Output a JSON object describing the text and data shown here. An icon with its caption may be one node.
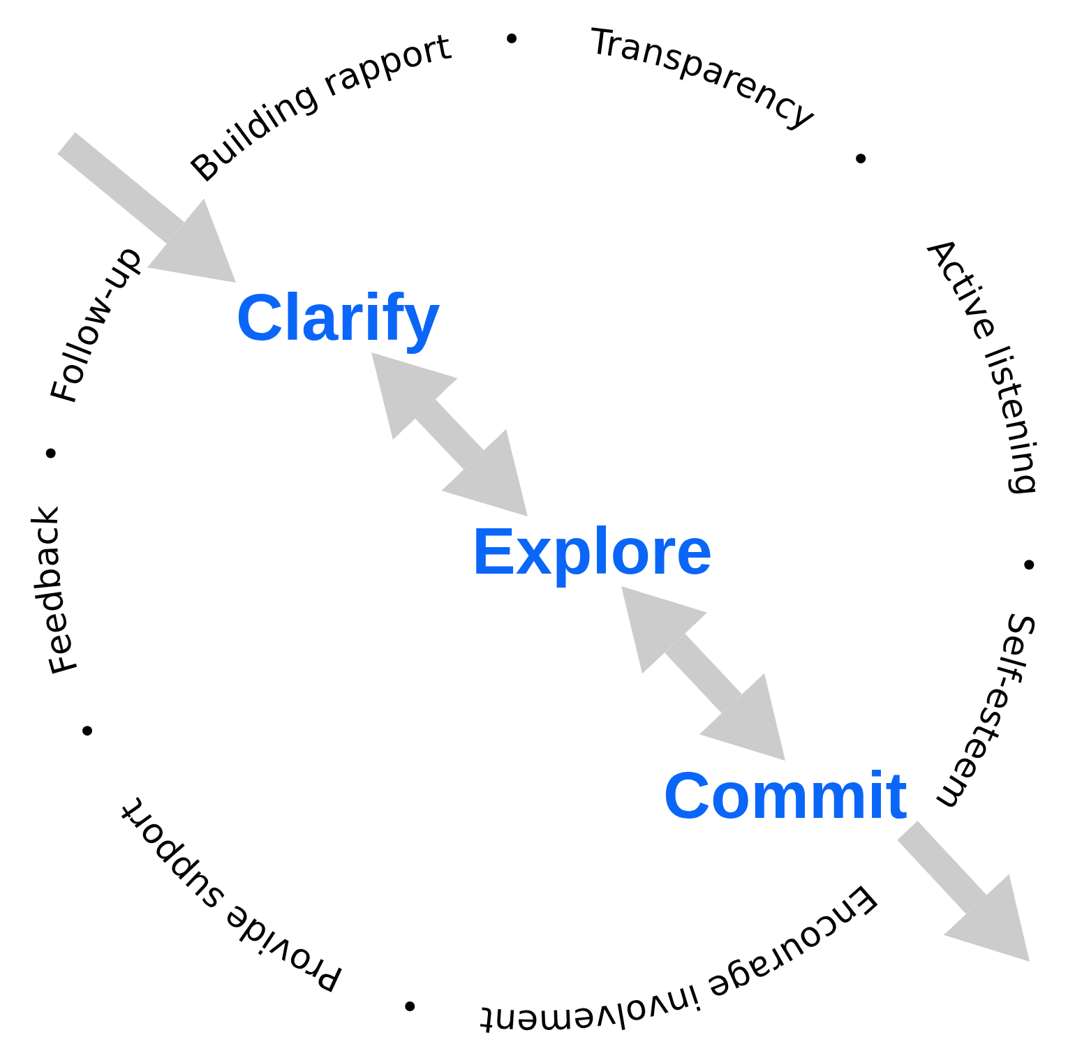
{
  "diagram": {
    "nodes": [
      {
        "text": [
          "Clarify"
        ]
      },
      {
        "text": [
          "Explore"
        ]
      },
      {
        "text": [
          "Commit"
        ]
      }
    ],
    "edges": [
      {
        "from": null,
        "to": 0,
        "arrow": "to"
      },
      {
        "from": 0,
        "to": 1,
        "arrow": "both"
      },
      {
        "from": 1,
        "to": 2,
        "arrow": "both"
      },
      {
        "from": 2,
        "to": null,
        "arrow": "to"
      }
    ],
    "labels": [
      "Building rapport",
      "Transparency",
      "Active listening",
      "Self-esteem",
      "Encourage involvement",
      "Provide support",
      "Feedback",
      "Follow-up"
    ]
  }
}
